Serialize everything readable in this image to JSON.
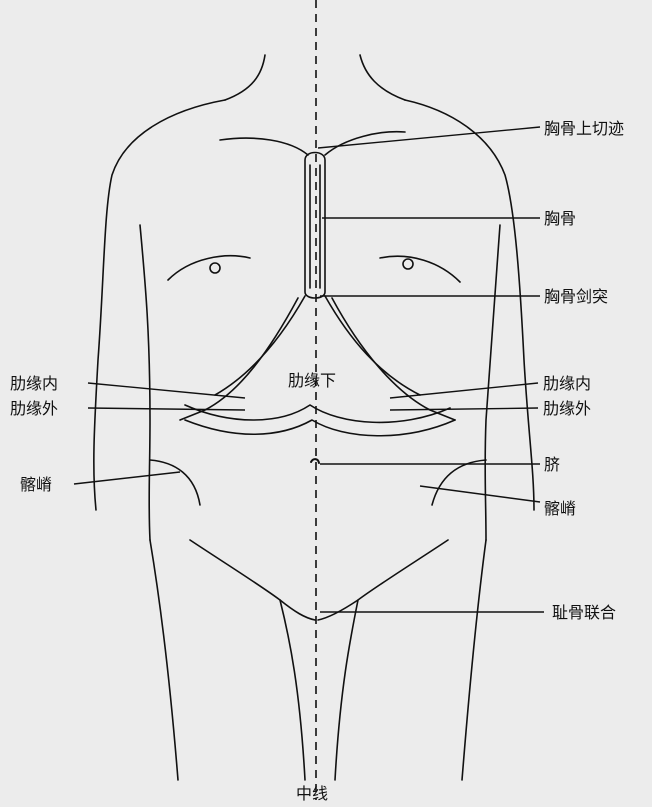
{
  "labels": {
    "sternal_notch": "胸骨上切迹",
    "sternum": "胸骨",
    "xiphoid": "胸骨剑突",
    "costal_margin_inner_left": "肋缘内",
    "costal_margin_outer_left": "肋缘外",
    "costal_margin_lower": "肋缘下",
    "costal_margin_inner_right": "肋缘内",
    "costal_margin_outer_right": "肋缘外",
    "iliac_crest_left": "髂嵴",
    "iliac_crest_right": "髂嵴",
    "umbilicus": "脐",
    "pubic_symphysis": "耻骨联合",
    "midline": "中线"
  },
  "colors": {
    "background": "#ececec",
    "line": "#111111"
  }
}
